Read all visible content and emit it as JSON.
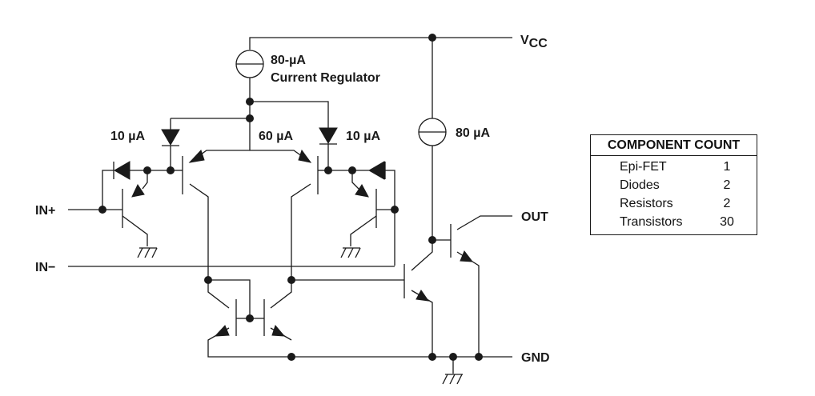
{
  "labels": {
    "vcc_main": "V",
    "vcc_sub": "CC",
    "regulator_current": "80-µA",
    "regulator_name": "Current Regulator",
    "left_diode_current": "10 µA",
    "center_current": "60 µA",
    "right_diode_current": "10 µA",
    "output_source_current": "80 µA",
    "in_plus": "IN+",
    "in_minus": "IN−",
    "out": "OUT",
    "gnd": "GND"
  },
  "component_count": {
    "title": "COMPONENT COUNT",
    "rows": [
      {
        "label": "Epi-FET",
        "count": "1"
      },
      {
        "label": "Diodes",
        "count": "2"
      },
      {
        "label": "Resistors",
        "count": "2"
      },
      {
        "label": "Transistors",
        "count": "30"
      }
    ]
  }
}
